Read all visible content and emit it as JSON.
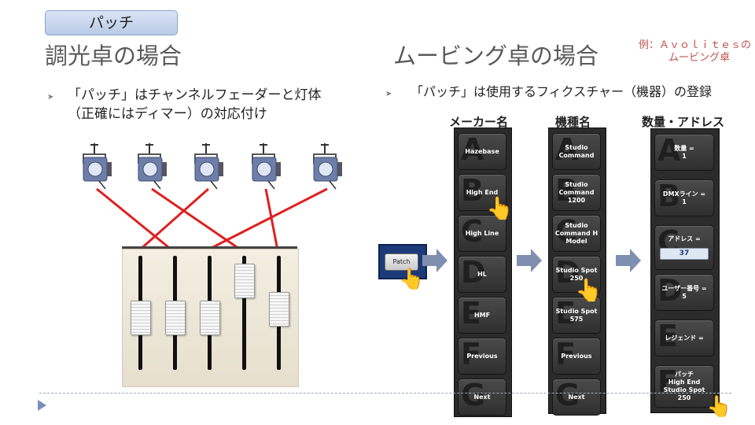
{
  "tag": "パッチ",
  "left": {
    "heading": "調光卓の場合",
    "bullet_line1": "「パッチ」はチャンネルフェーダーと灯体",
    "bullet_line2": "（正確にはディマー）の対応付け",
    "fader_levels": [
      0.45,
      0.45,
      0.45,
      0.9,
      0.55
    ]
  },
  "right": {
    "heading": "ムービング卓の場合",
    "note_line1": "例：Ａｖｏｌｉｔｅｓの",
    "note_line2": "ムービング卓",
    "bullet": "「パッチ」は使用するフィクスチャー（機器）の登録",
    "col1_label": "メーカー名",
    "col2_label": "機種名",
    "col3_label": "数量・アドレス",
    "patch_button": "Patch",
    "manufacturers": [
      {
        "letter": "A",
        "label": "Hazebase"
      },
      {
        "letter": "B",
        "label": "High End"
      },
      {
        "letter": "C",
        "label": "High Line"
      },
      {
        "letter": "D",
        "label": "HL"
      },
      {
        "letter": "E",
        "label": "HMF"
      },
      {
        "letter": "F",
        "label": "Previous"
      },
      {
        "letter": "G",
        "label": "Next"
      }
    ],
    "models": [
      {
        "letter": "A",
        "label": "Studio Command"
      },
      {
        "letter": "B",
        "label": "Studio Command 1200"
      },
      {
        "letter": "C",
        "label": "Studio Command H Model"
      },
      {
        "letter": "D",
        "label": "Studio Spot 250"
      },
      {
        "letter": "E",
        "label": "Studio Spot 575"
      },
      {
        "letter": "F",
        "label": "Previous"
      },
      {
        "letter": "G",
        "label": "Next"
      }
    ],
    "settings": {
      "quantity_label": "数量 =",
      "quantity_value": "1",
      "dmx_label": "DMXライン =",
      "dmx_value": "1",
      "address_label": "アドレス =",
      "address_value": "37",
      "user_label": "ユーザー番号 =",
      "user_value": "5",
      "legend_label": "レジェンド =",
      "patch_label": "パッチ",
      "patch_value": "High End Studio Spot 250",
      "letters": [
        "A",
        "B",
        "C",
        "D",
        "E",
        "F"
      ]
    }
  },
  "colors": {
    "lines": "#e02020",
    "panel": "#2b2b2b",
    "arrow": "#7f8fb0"
  }
}
